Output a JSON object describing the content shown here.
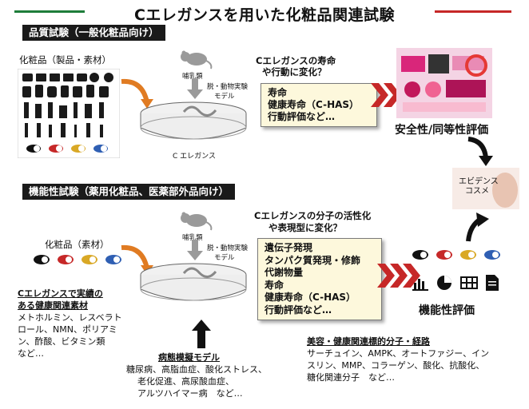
{
  "title": "Cエレガンスを用いた化粧品関連試験",
  "colors": {
    "accent_red": "#c62828",
    "accent_green": "#1e7d3a",
    "orange_arrow": "#e07b22",
    "bubble_bg": "#fdf8dc"
  },
  "section1": {
    "header": "品質試験（一般化粧品向け）",
    "products_label": "化粧品（製品・素材）",
    "mammal_label": "哺乳類",
    "model_label_1": "脱・動物実験",
    "model_label_2": "モデル",
    "dish_label": "C エレガンス",
    "question_1": "Cエレガンスの寿命",
    "question_2": "や行動に変化？",
    "bubble": [
      "寿命",
      "健康寿命（C-HAS）",
      "行動評価など…"
    ],
    "eval_label": "安全性/同等性評価"
  },
  "evidence": [
    "エビデンス",
    "コスメ"
  ],
  "section2": {
    "header": "機能性試験（薬用化粧品、医薬部外品向け）",
    "products_label": "化粧品（素材）",
    "mammal_label": "哺乳類",
    "model_label_1": "脱・動物実験",
    "model_label_2": "モデル",
    "question_1": "Cエレガンスの分子の活性化",
    "question_2": "や表現型に変化？",
    "bubble": [
      "遺伝子発現",
      "タンパク質発現・修飾",
      "代謝物量",
      "寿命",
      "健康寿命（C-HAS）",
      "行動評価など…"
    ],
    "eval_label": "機能性評価",
    "materials_title": [
      "Cエレガンスで実績の",
      "ある健康関連素材"
    ],
    "materials_text": [
      "メトホルミン、レスベラト",
      "ロール、NMN、ポリアミ",
      "ン、酢酸、ビタミン類",
      "など…"
    ],
    "disease_title": "病態模擬モデル",
    "disease_text": [
      "糖尿病、高脂血症、酸化ストレス、",
      "老化促進、高尿酸血症、",
      "アルツハイマー病　など…"
    ],
    "markers_title": "美容・健康関連標的分子・経路",
    "markers_text": [
      "サーチュイン、AMPK、オートファジー、イン",
      "スリン、MMP、コラーゲン、酸化、抗酸化、",
      "糖化関連分子　など…"
    ]
  },
  "icons": [
    "lipstick-icon",
    "compact-icon",
    "bottle-icon",
    "capsule-icon",
    "rat-icon",
    "petri-dish-icon",
    "bar-chart-icon",
    "pie-chart-icon",
    "table-icon",
    "document-icon"
  ]
}
